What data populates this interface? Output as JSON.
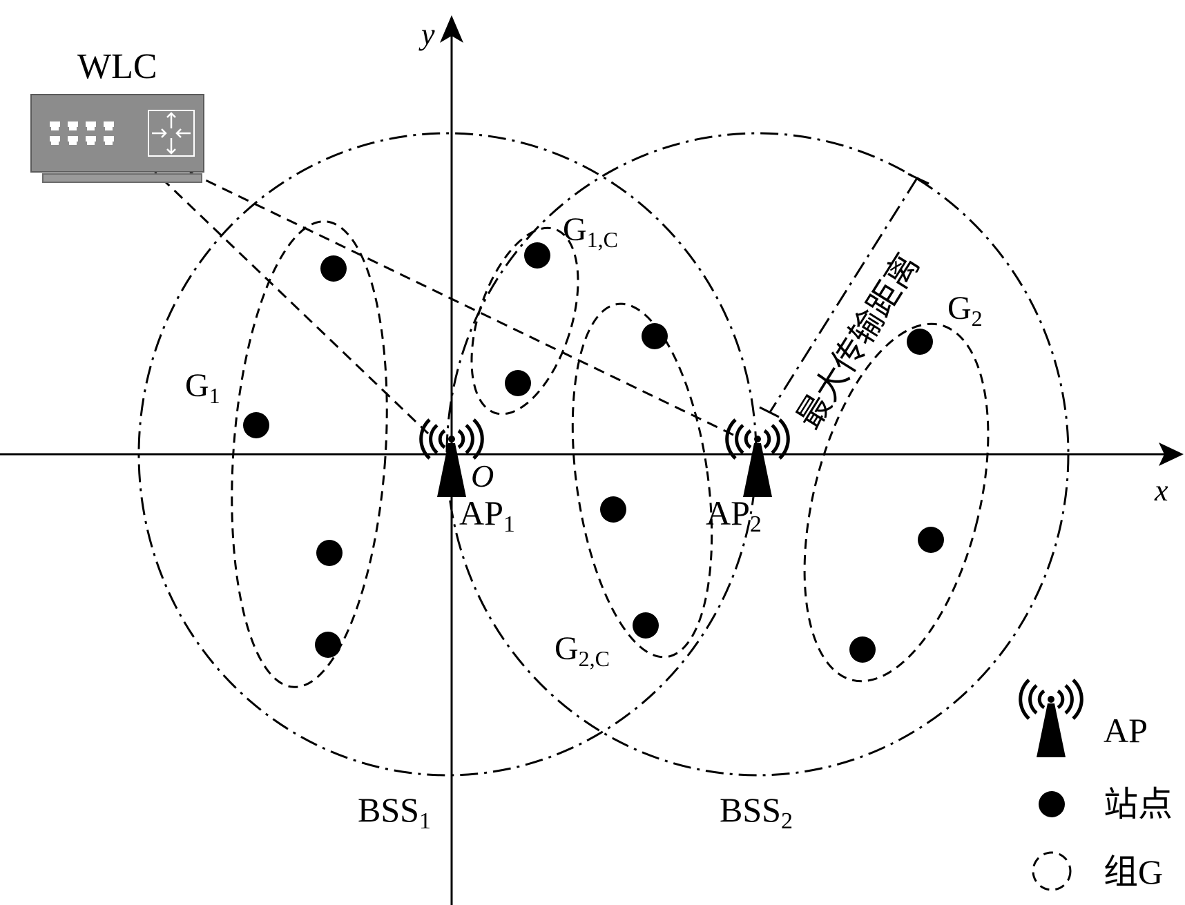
{
  "wlc": {
    "label": "WLC"
  },
  "axes": {
    "x_label": "x",
    "y_label": "y",
    "origin_label": "O"
  },
  "aps": [
    {
      "base": "AP",
      "sub": "1"
    },
    {
      "base": "AP",
      "sub": "2"
    }
  ],
  "bss": [
    {
      "base": "BSS",
      "sub": "1"
    },
    {
      "base": "BSS",
      "sub": "2"
    }
  ],
  "groups": [
    {
      "base": "G",
      "sub": "1"
    },
    {
      "base": "G",
      "sub": "1,C"
    },
    {
      "base": "G",
      "sub": "2,C"
    },
    {
      "base": "G",
      "sub": "2"
    }
  ],
  "range_label": "最大传输距离",
  "legend": {
    "ap": "AP",
    "station": "站点",
    "group": "组G"
  },
  "colors": {
    "line": "#000000",
    "wlc_body": "#8c8c8c",
    "wlc_edge": "#5a5a5a"
  }
}
